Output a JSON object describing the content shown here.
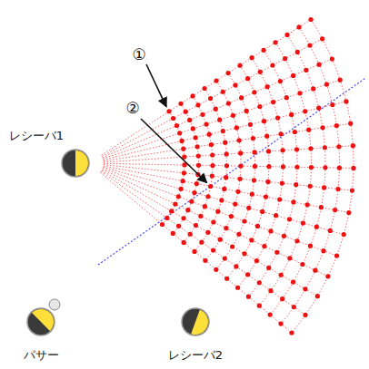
{
  "diagram": {
    "nodes": [
      {
        "text": [
          "レシーバ1"
        ]
      },
      {
        "text": [
          "パサー"
        ]
      },
      {
        "text": [
          "レシーバ2"
        ]
      }
    ],
    "labels": [
      "①",
      "②"
    ]
  }
}
